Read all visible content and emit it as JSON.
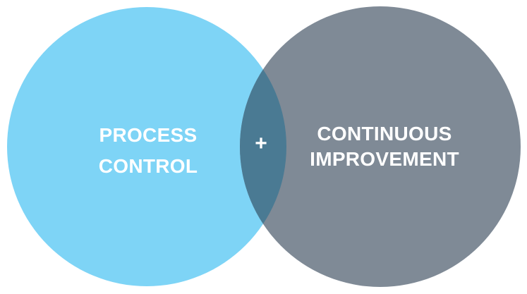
{
  "colors": {
    "left_circle": "#7ed4f6",
    "right_circle": "#7f8a96",
    "overlap": "#4a7a93",
    "text": "#ffffff"
  },
  "diagram": {
    "left": {
      "line1": "PROCESS",
      "line2": "CONTROL"
    },
    "right": {
      "line1": "CONTINUOUS",
      "line2": "IMPROVEMENT"
    },
    "operator": "+"
  }
}
